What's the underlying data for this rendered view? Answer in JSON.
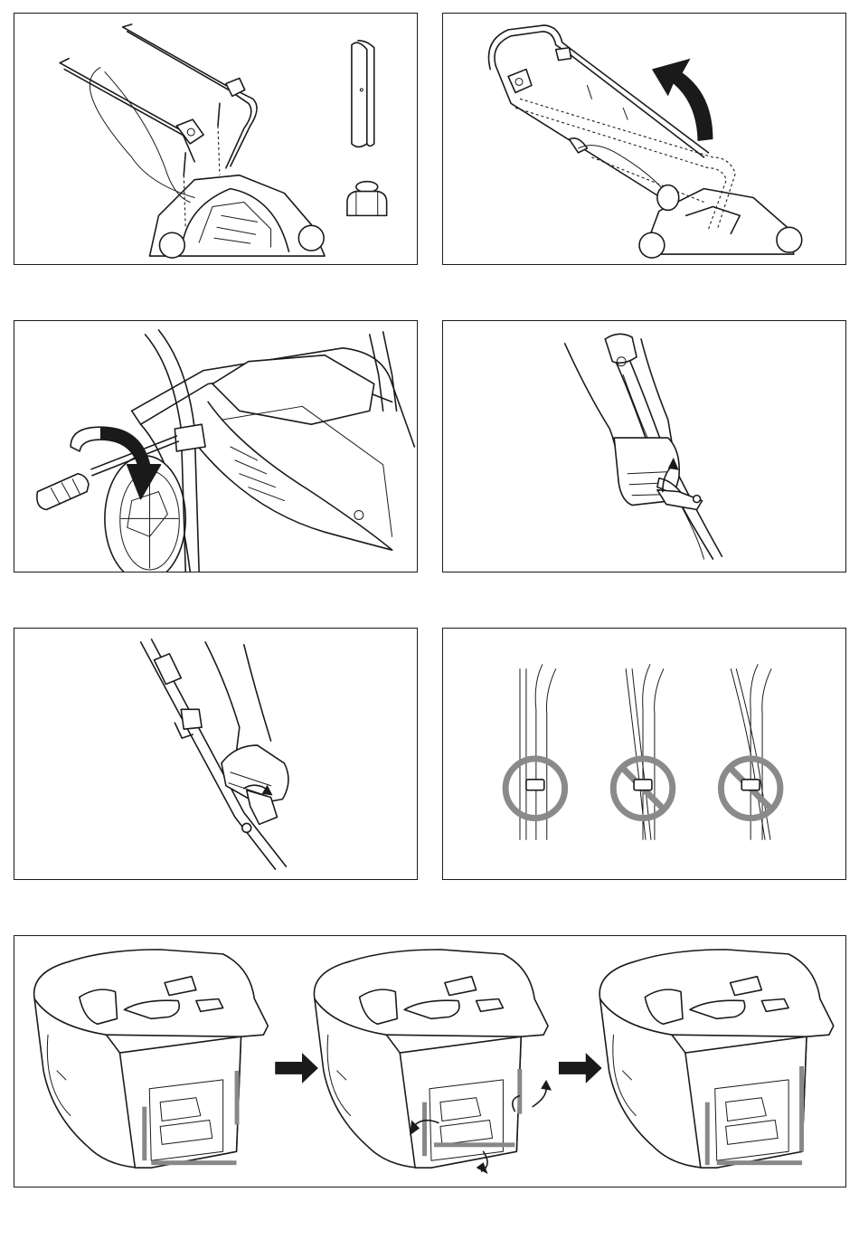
{
  "figures": [
    {
      "id": "assemble-handle-to-mower"
    },
    {
      "id": "fold-handle-upright"
    },
    {
      "id": "tighten-screw"
    },
    {
      "id": "close-upper-handle-clamp"
    },
    {
      "id": "close-lower-handle-clamp"
    },
    {
      "id": "cable-clip-positions",
      "correct": 1,
      "incorrect": 2
    },
    {
      "id": "grass-box-frame-assembly",
      "steps": 3
    }
  ],
  "colors": {
    "line": "#1a1a1a",
    "prohibited": "#8a8a8a",
    "panel_border": "#1a1a1a"
  }
}
